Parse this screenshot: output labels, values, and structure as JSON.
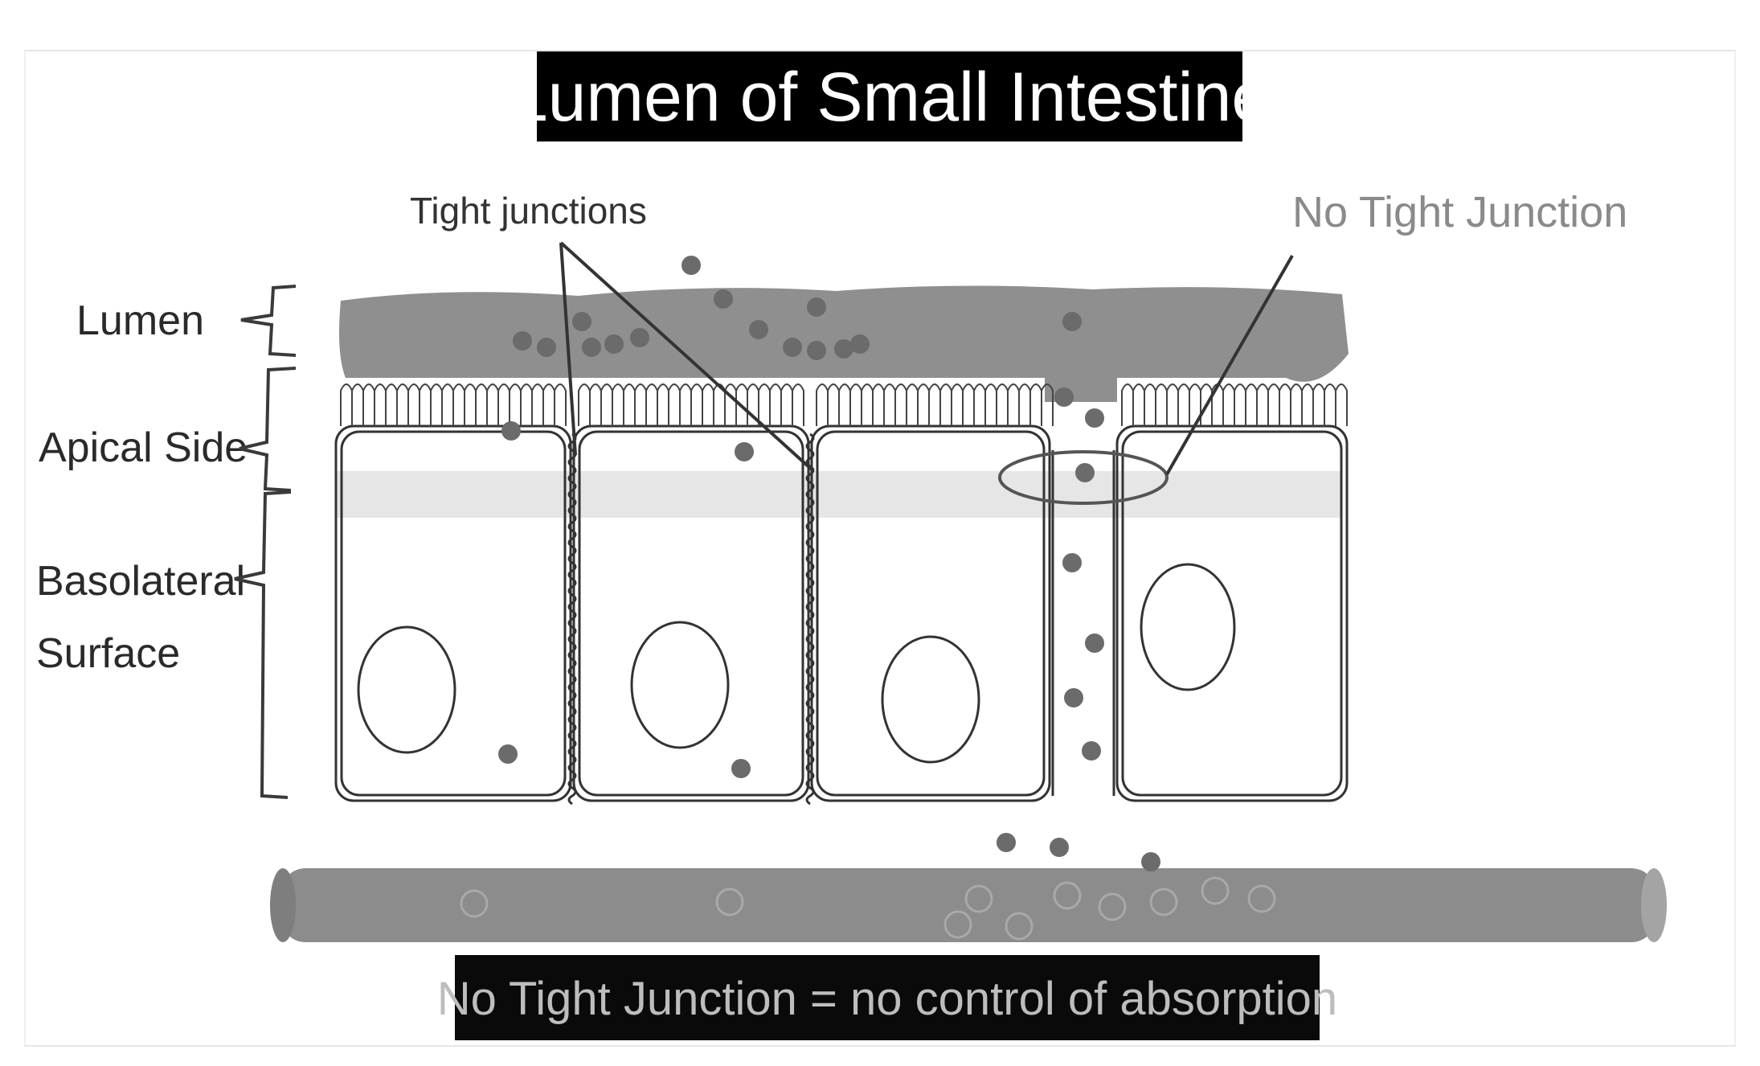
{
  "title": "Lumen of Small Intestine",
  "footer": "No Tight Junction = no control of absorption",
  "labels": {
    "lumen": "Lumen",
    "apical": "Apical Side",
    "basolateral_line1": "Basolateral",
    "basolateral_line2": "Surface"
  },
  "callouts": {
    "tight_junctions": "Tight junctions",
    "no_tight_junction": "No Tight Junction"
  },
  "colors": {
    "title_bg": "#000000",
    "title_text": "#ffffff",
    "footer_bg": "#0a0a0a",
    "footer_text": "#bdbdbd",
    "mucus": "#8f8f8f",
    "vessel": "#8c8c8c",
    "particle": "#6b6b6b",
    "cell_outline": "#333333",
    "apical_band": "#e6e6e6"
  }
}
